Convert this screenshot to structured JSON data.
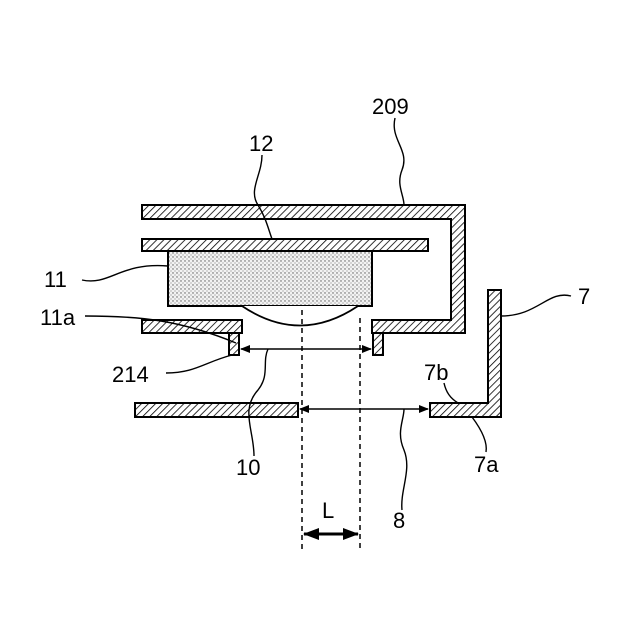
{
  "labels": {
    "l209": "209",
    "l12": "12",
    "l11": "11",
    "l11a": "11a",
    "l214": "214",
    "l10": "10",
    "l7": "7",
    "l7b": "7b",
    "l7a": "7a",
    "l8": "8",
    "lL": "L"
  }
}
